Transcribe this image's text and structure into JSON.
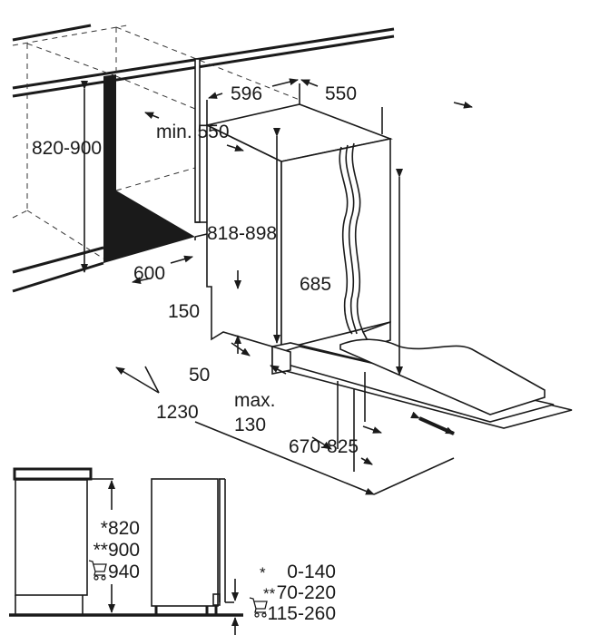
{
  "dimensions": {
    "width_596": "596",
    "depth_550": "550",
    "min_depth": "min. 550",
    "niche_height": "820-900",
    "appliance_height": "818-898",
    "niche_width": "600",
    "door_height": "685",
    "plinth_150": "150",
    "plinth_50": "50",
    "open_depth": "1230",
    "max_label": "max.",
    "max_value": "130",
    "door_travel": "670-825"
  },
  "side_view": {
    "heights": [
      "*820",
      "**900",
      "940"
    ],
    "plinths": [
      {
        "mark": "*",
        "value": "0-140"
      },
      {
        "mark": "**",
        "value": "70-220"
      },
      {
        "mark": "",
        "value": "115-260"
      }
    ]
  },
  "icons": [
    "cart-icon",
    "arrow-icon"
  ],
  "colors": {
    "ink": "#1a1a1a",
    "background": "#ffffff"
  }
}
